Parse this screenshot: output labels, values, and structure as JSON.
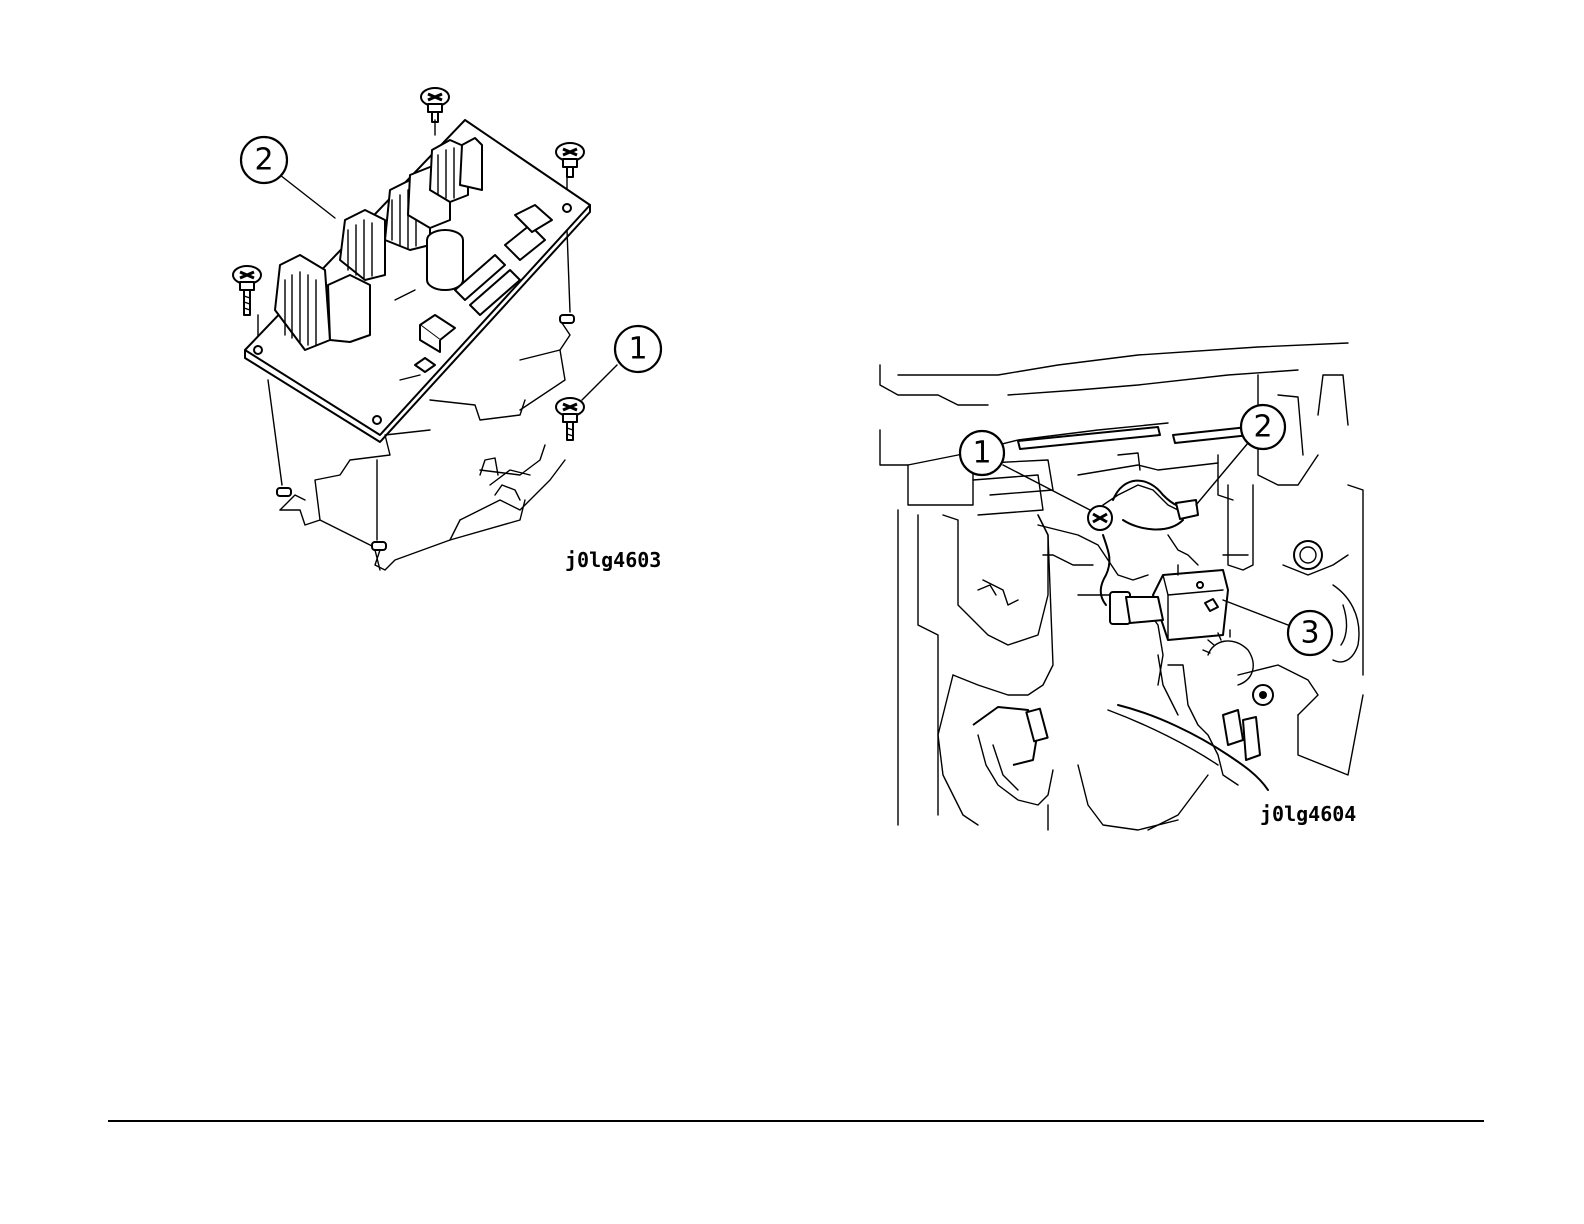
{
  "figures": [
    {
      "id": "j0lg4603",
      "callouts": [
        {
          "label": "2"
        },
        {
          "label": "1"
        }
      ]
    },
    {
      "id": "j0lg4604",
      "callouts": [
        {
          "label": "1"
        },
        {
          "label": "2"
        },
        {
          "label": "3"
        }
      ]
    }
  ]
}
